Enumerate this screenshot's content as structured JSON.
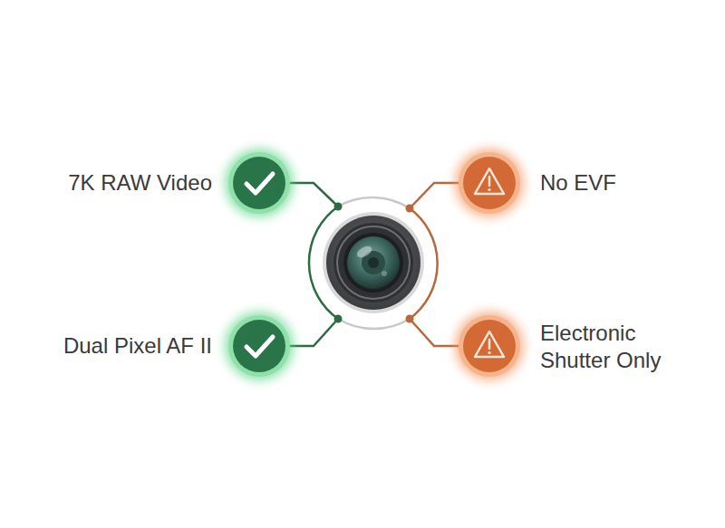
{
  "diagram": {
    "labels": [
      "7K RAW Video",
      "Dual Pixel AF II",
      "No EVF",
      "Electronic Shutter Only"
    ]
  }
}
